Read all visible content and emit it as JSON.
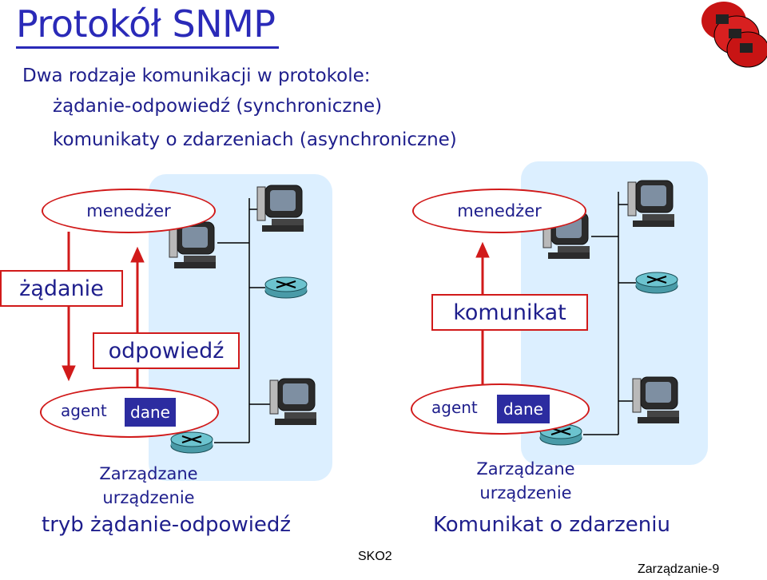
{
  "slide": {
    "title": "Protokół SNMP",
    "intro": "Dwa rodzaje komunikacji w protokole:",
    "bullets": [
      "żądanie-odpowiedź (synchroniczne)",
      "komunikaty o zdarzeniach (asynchroniczne)"
    ]
  },
  "left": {
    "manager": "menedżer",
    "request": "żądanie",
    "response": "odpowiedź",
    "agent": "agent",
    "data": "dane",
    "device_line1": "Zarządzane",
    "device_line2": "urządzenie",
    "mode": "tryb żądanie-odpowiedź"
  },
  "right": {
    "manager": "menedżer",
    "message": "komunikat",
    "agent": "agent",
    "data": "dane",
    "device_line1": "Zarządzane",
    "device_line2": "urządzenie",
    "mode": "Komunikat o zdarzeniu"
  },
  "footer": {
    "center": "SKO2",
    "right": "Zarządzanie-9"
  },
  "colors": {
    "text": "#1e1e8c",
    "title": "#2a2ab8",
    "accent": "#d11a1a",
    "network_bg": "#dcefff",
    "data_box": "#2c2ca0"
  }
}
